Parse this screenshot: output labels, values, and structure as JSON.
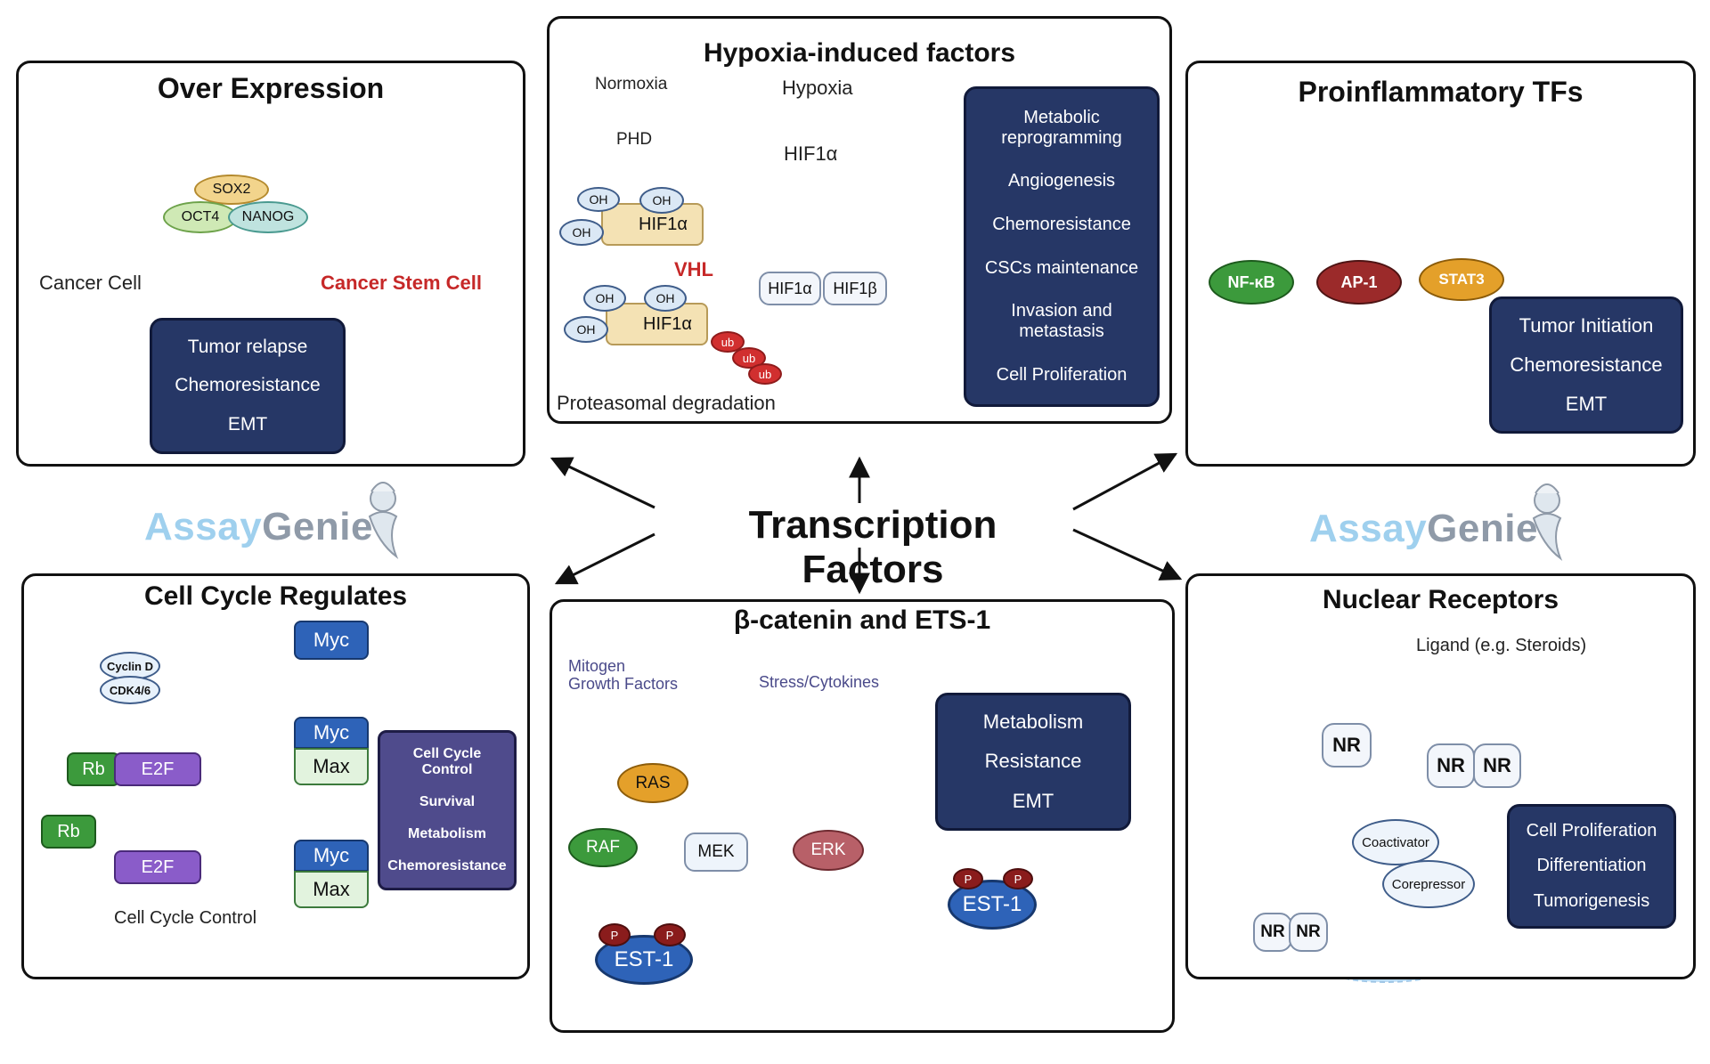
{
  "center_title": "Transcription Factors",
  "logo": {
    "part1": "Assay",
    "part2": "Genie"
  },
  "over_expression": {
    "title": "Over Expression",
    "cancer_cell": "Cancer Cell",
    "cancer_stem_cell": "Cancer Stem Cell",
    "tfs": [
      "SOX2",
      "OCT4",
      "NANOG"
    ],
    "outcomes": [
      "Tumor relapse",
      "Chemoresistance",
      "EMT"
    ]
  },
  "hypoxia": {
    "title": "Hypoxia-induced factors",
    "normoxia": "Normoxia",
    "phd": "PHD",
    "hypoxia": "Hypoxia",
    "hif1a": "HIF1α",
    "hif1b": "HIF1β",
    "oh": "OH",
    "vhl": "VHL",
    "ub": "ub",
    "degradation": "Proteasomal degradation",
    "outcomes": [
      "Metabolic reprogramming",
      "Angiogenesis",
      "Chemoresistance",
      "CSCs maintenance",
      "Invasion and metastasis",
      "Cell Proliferation"
    ]
  },
  "proinflammatory": {
    "title": "Proinflammatory TFs",
    "tfs": [
      "NF-κB",
      "AP-1",
      "STAT3"
    ],
    "tf_colors": [
      "#3c9a3c",
      "#9b2a2a",
      "#e4a02a"
    ],
    "outcomes": [
      "Tumor Initiation",
      "Chemoresistance",
      "EMT"
    ]
  },
  "cell_cycle": {
    "title": "Cell Cycle Regulates",
    "cyclin_d": "Cyclin D",
    "cdk": "CDK4/6",
    "rb": "Rb",
    "e2f": "E2F",
    "myc": "Myc",
    "max": "Max",
    "dna_label": "Cell Cycle Control",
    "outcomes": [
      "Cell Cycle Control",
      "Survival",
      "Metabolism",
      "Chemoresistance"
    ]
  },
  "beta_catenin": {
    "title": "β-catenin and ETS-1",
    "mitogen": "Mitogen",
    "growth_factors": "Growth Factors",
    "stress": "Stress/Cytokines",
    "ras": "RAS",
    "raf": "RAF",
    "mek": "MEK",
    "erk": "ERK",
    "est1": "EST-1",
    "p": "P",
    "outcomes": [
      "Metabolism",
      "Resistance",
      "EMT"
    ]
  },
  "nuclear_receptors": {
    "title": "Nuclear Receptors",
    "ligand": "Ligand (e.g. Steroids)",
    "nr": "NR",
    "coactivator": "Coactivator",
    "corepressor": "Corepressor",
    "outcomes": [
      "Cell Proliferation",
      "Differentiation",
      "Tumorigenesis"
    ]
  },
  "colors": {
    "navy": "#263766",
    "purple": "#4f4b8c",
    "nucleus": "#bcdcf3",
    "membrane": "#d7f0d2",
    "red_label": "#c62828"
  }
}
